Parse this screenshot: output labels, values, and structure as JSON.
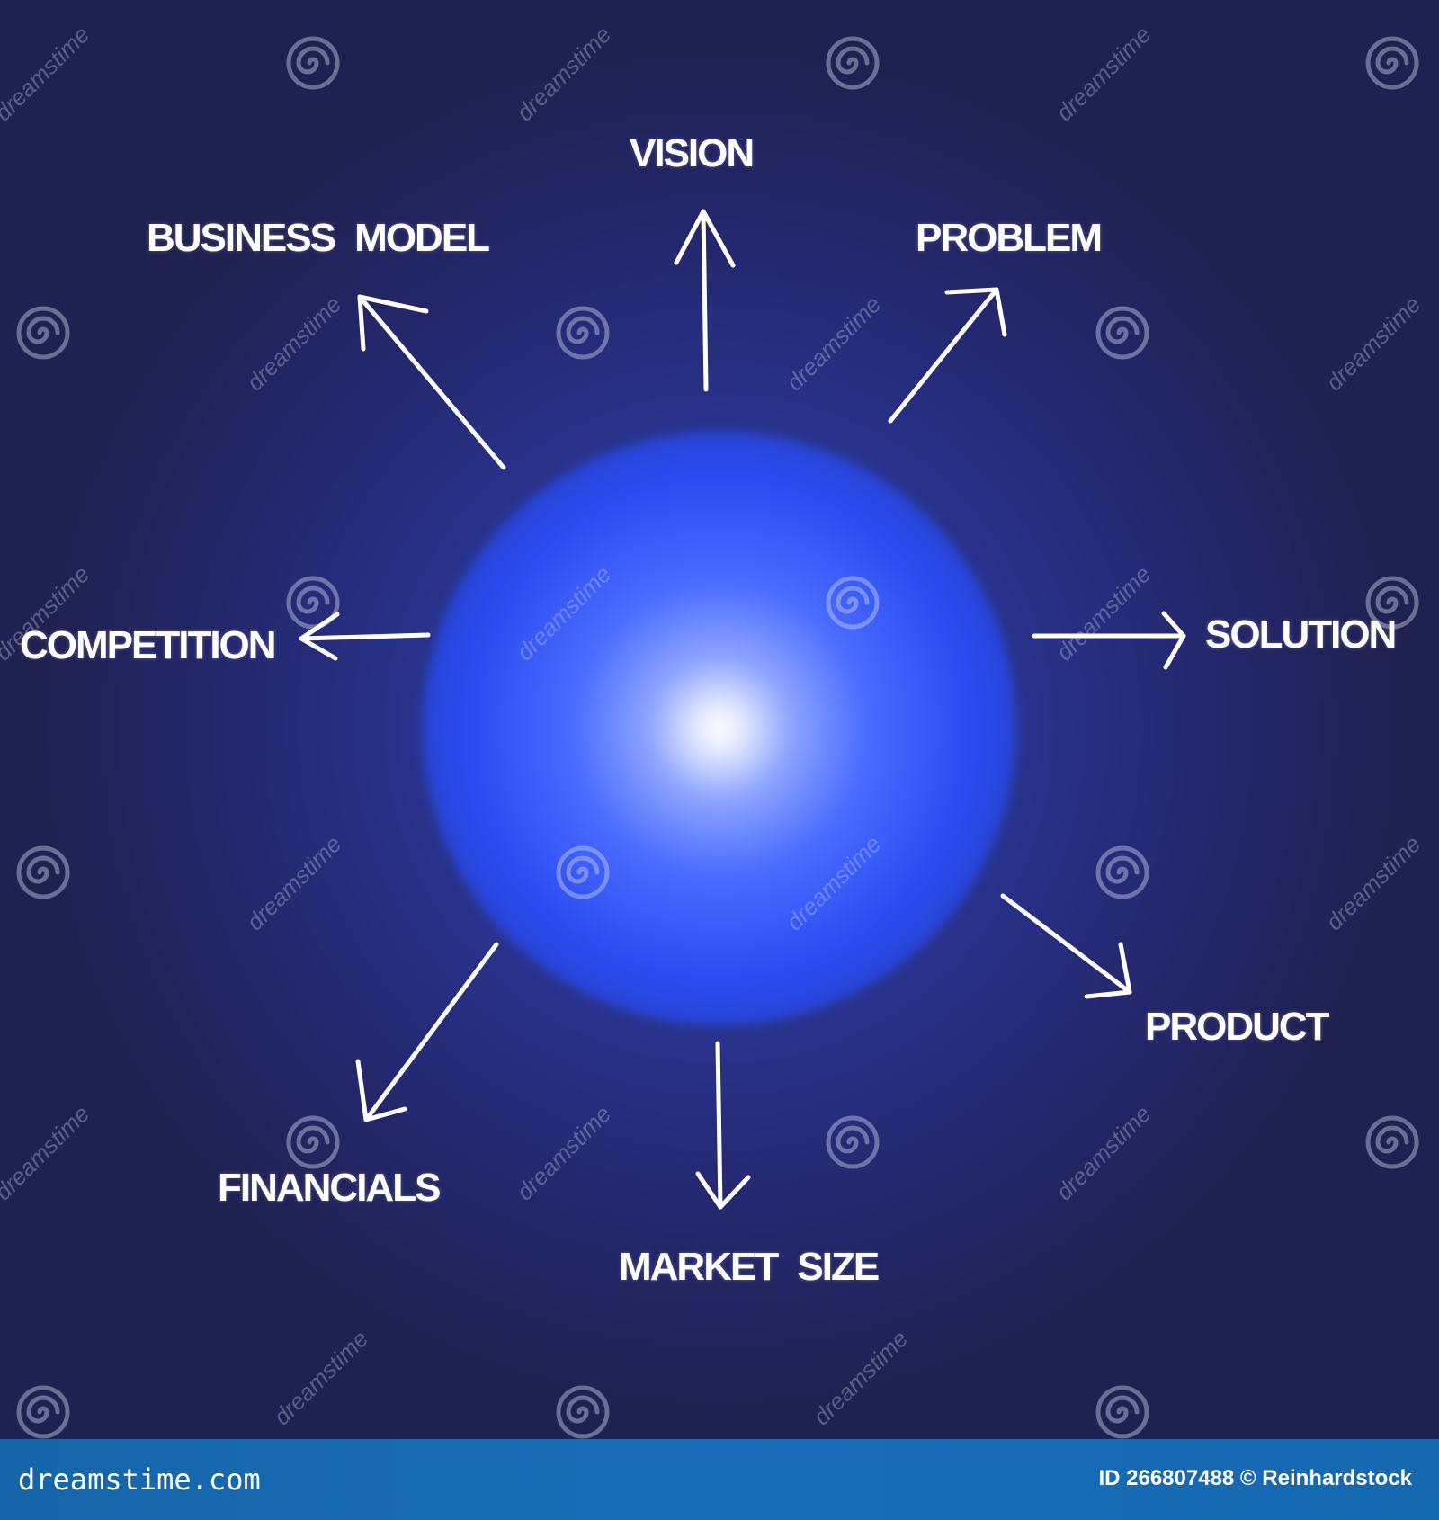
{
  "diagram": {
    "nodes": [
      {
        "id": "vision",
        "label": "VISION"
      },
      {
        "id": "business-model",
        "label": "BUSINESS MODEL"
      },
      {
        "id": "problem",
        "label": "PROBLEM"
      },
      {
        "id": "competition",
        "label": "COMPETITION"
      },
      {
        "id": "solution",
        "label": "SOLUTION"
      },
      {
        "id": "product",
        "label": "PRODUCT"
      },
      {
        "id": "financials",
        "label": "FINANCIALS"
      },
      {
        "id": "market-size",
        "label": "MARKET SIZE"
      }
    ],
    "center": "glowing-orb",
    "colors": {
      "background": "#1f2150",
      "orb": "#3e63ff",
      "text": "#ffffff",
      "arrow": "#ffffff",
      "footer": "#1768b0"
    }
  },
  "watermark": {
    "text": "dreamstime"
  },
  "footer": {
    "brand": "dreamstime.com",
    "credit": "ID 266807488 © Reinhardstock"
  }
}
